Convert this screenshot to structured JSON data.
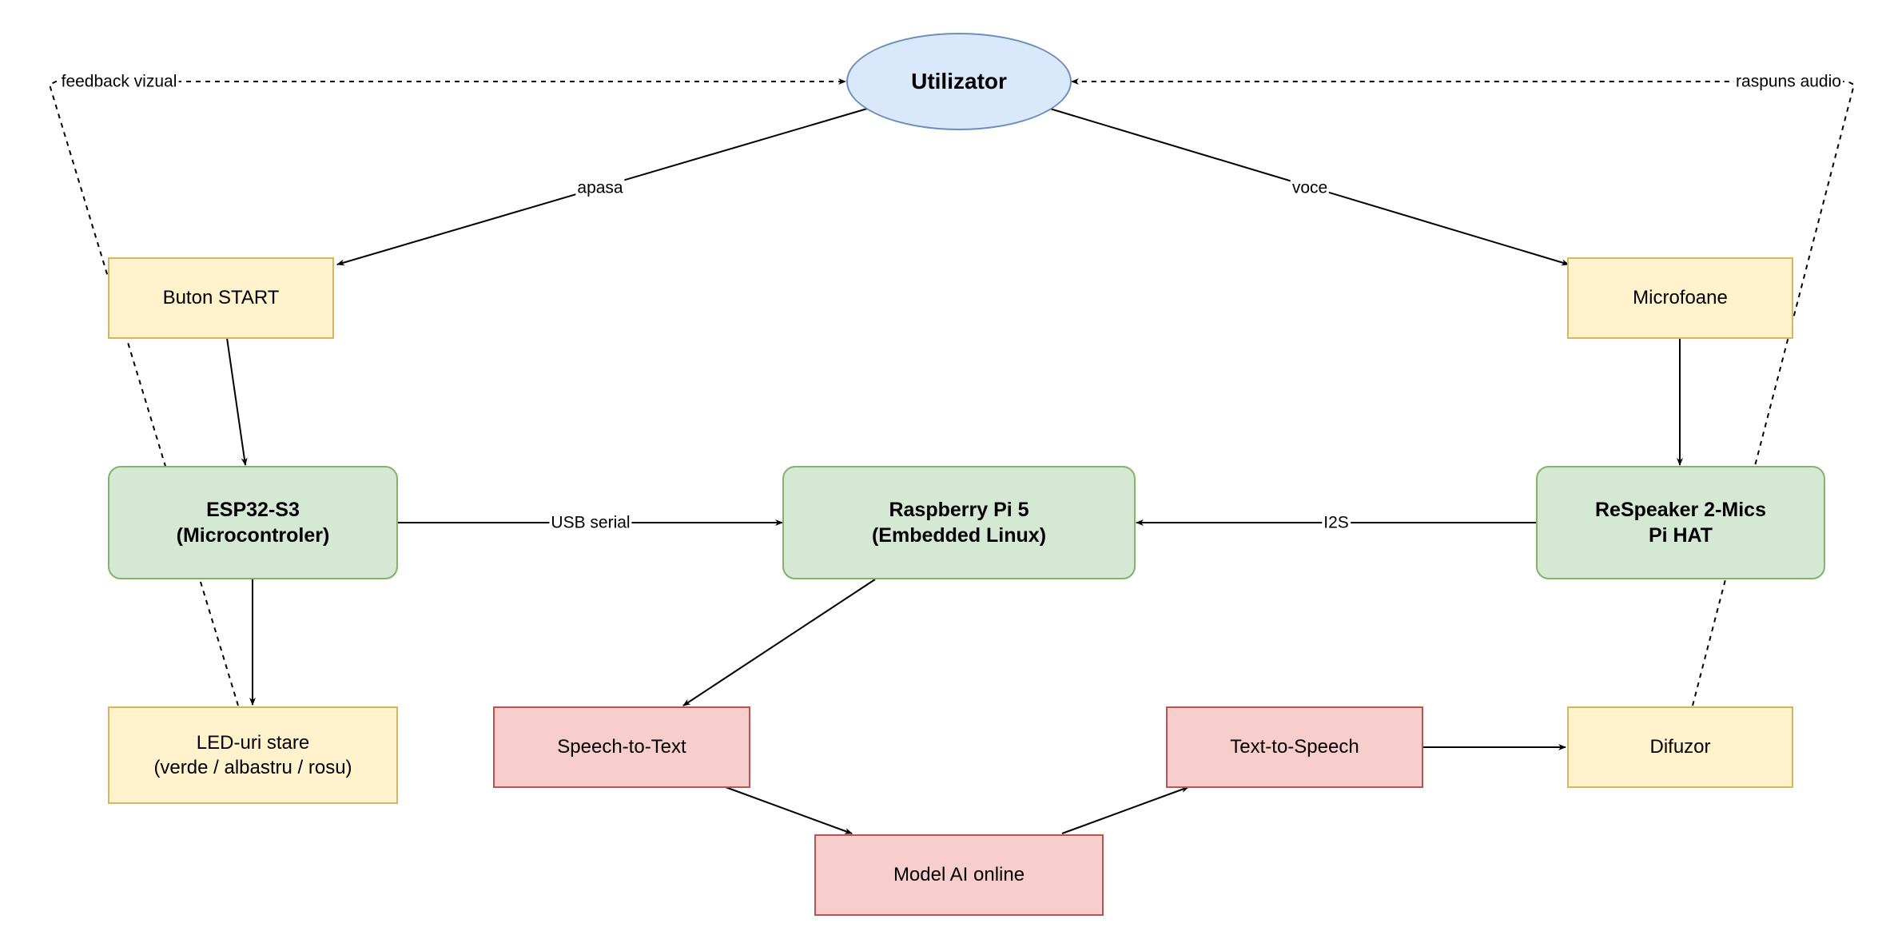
{
  "nodes": {
    "utilizator": "Utilizator",
    "buton_start": "Buton START",
    "microfoane": "Microfoane",
    "esp32": "ESP32-S3\n(Microcontroler)",
    "raspberry": "Raspberry Pi 5\n(Embedded Linux)",
    "respeaker": "ReSpeaker 2-Mics\nPi HAT",
    "leduri": "LED-uri stare\n(verde / albastru / rosu)",
    "stt": "Speech-to-Text",
    "tts": "Text-to-Speech",
    "difuzor": "Difuzor",
    "model_ai": "Model AI online"
  },
  "edge_labels": {
    "apasa": "apasa",
    "voce": "voce",
    "usb_serial": "USB serial",
    "i2s": "I2S",
    "feedback_vizual": "feedback vizual",
    "raspuns_audio": "raspuns audio"
  },
  "colors": {
    "user_fill": "#dae8fc",
    "user_stroke": "#6c8ebf",
    "io_fill": "#fff2cc",
    "io_stroke": "#d6b656",
    "hardware_fill": "#d5e8d4",
    "hardware_stroke": "#82b366",
    "software_fill": "#f8cecc",
    "software_stroke": "#b85450",
    "edge": "#000000"
  }
}
